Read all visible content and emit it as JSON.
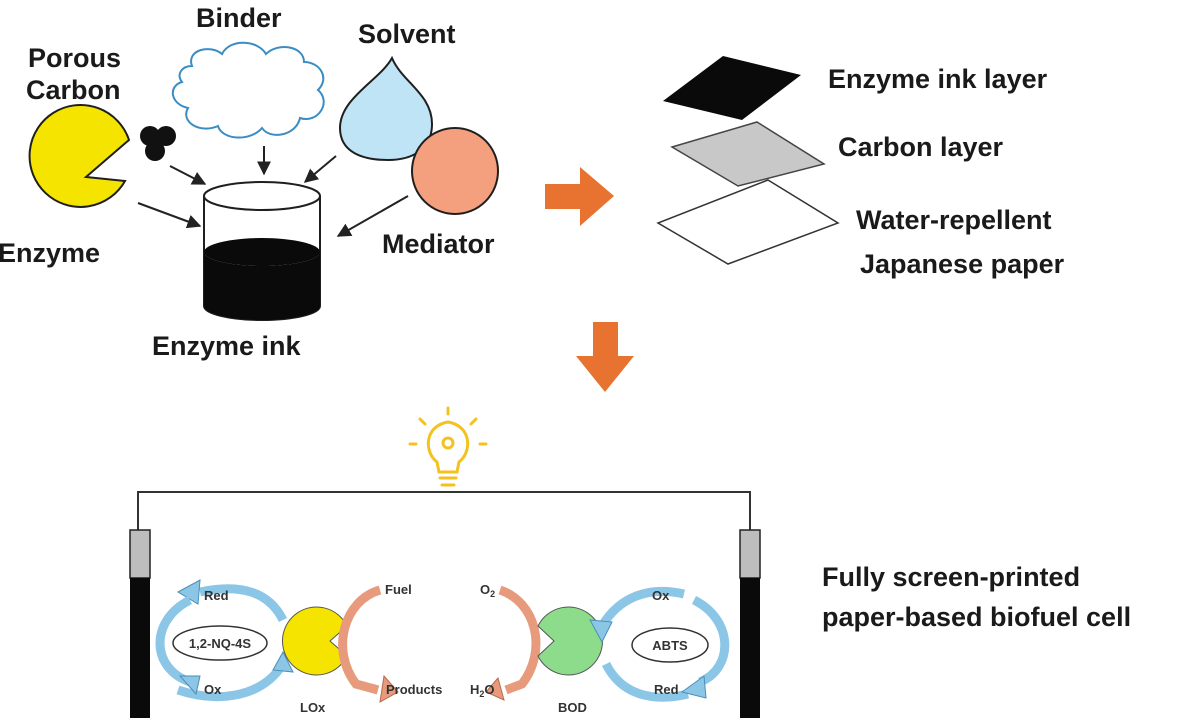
{
  "ingredients": {
    "binder": "Binder",
    "solvent": "Solvent",
    "porous_carbon_line1": "Porous",
    "porous_carbon_line2": "Carbon",
    "enzyme": "Enzyme",
    "mediator": "Mediator",
    "ink": "Enzyme ink"
  },
  "layers": {
    "enzyme_ink": "Enzyme ink layer",
    "carbon": "Carbon layer",
    "paper_line1": "Water-repellent",
    "paper_line2": "Japanese paper"
  },
  "cell": {
    "caption_line1": "Fully screen-printed",
    "caption_line2": "paper-based biofuel cell",
    "anode": {
      "red": "Red",
      "ox": "Ox",
      "mediator": "1,2-NQ-4S",
      "enzyme": "LOx",
      "fuel": "Fuel",
      "products": "Products"
    },
    "cathode": {
      "o2": "O",
      "o2_sub": "2",
      "h2o_h": "H",
      "h2o_sub": "2",
      "h2o_o": "O",
      "enzyme": "BOD",
      "ox": "Ox",
      "red": "Red",
      "mediator": "ABTS"
    }
  },
  "colors": {
    "orange_arrow": "#e8722f",
    "enzyme_yellow": "#f5e400",
    "mediator_salmon": "#f4a07f",
    "solvent_blue": "#bfe4f6",
    "cloud_stroke": "#3a8cc4",
    "bod_green": "#8cdc8c",
    "blue_arrow": "#8cc6e6",
    "salmon_arrow": "#e89a7c",
    "bulb": "#f4c21e"
  }
}
